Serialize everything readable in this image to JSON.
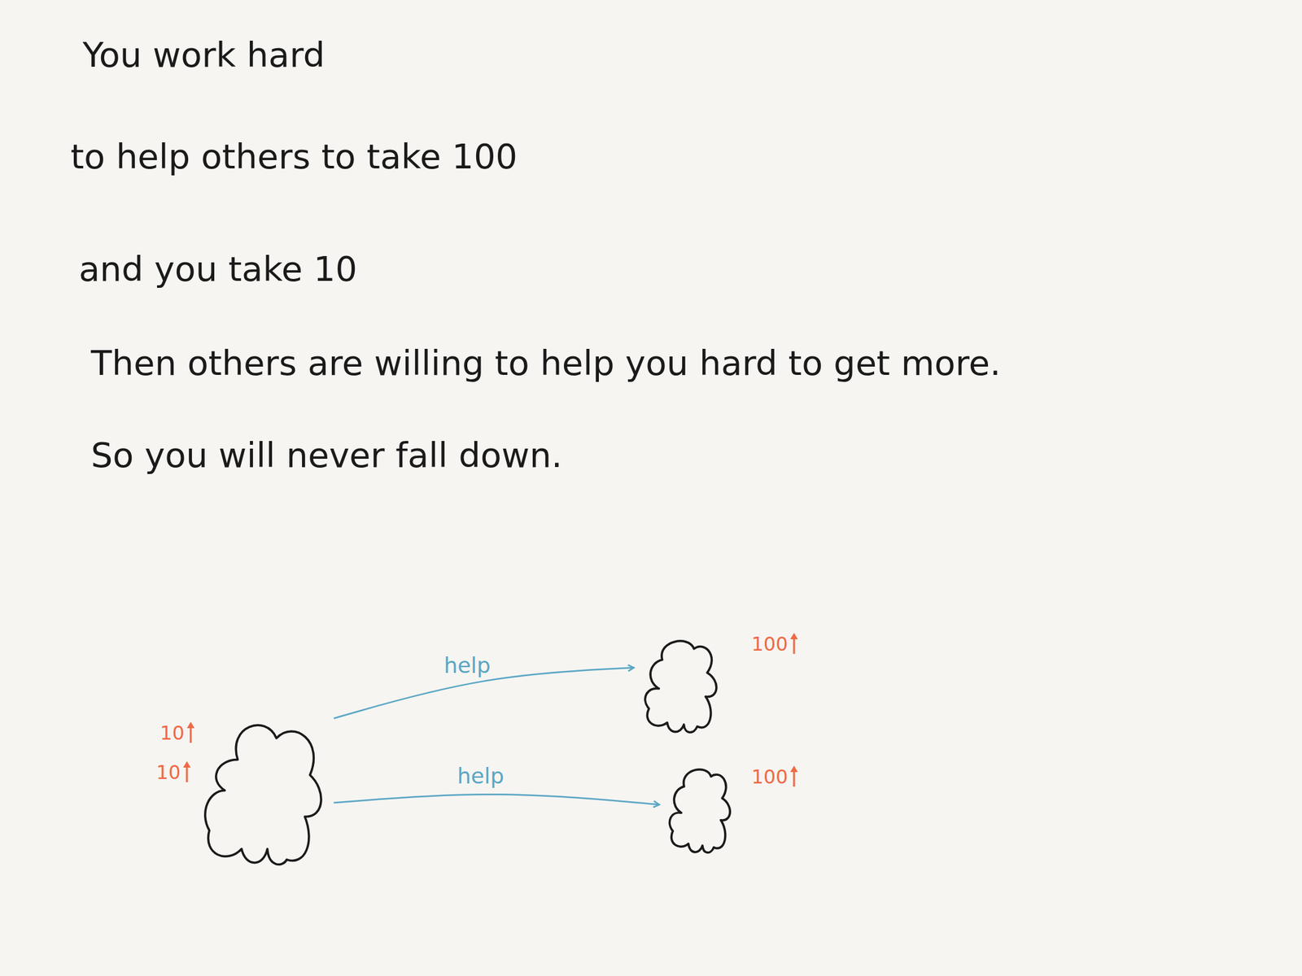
{
  "diagram": {
    "nodes": [
      {
        "text": [
          "10",
          "10"
        ]
      },
      {
        "text": [
          "100"
        ]
      },
      {
        "text": [
          "100"
        ]
      }
    ],
    "edges": [
      {
        "from": 0,
        "to": 1,
        "arrow": "to",
        "label": "help"
      },
      {
        "from": 0,
        "to": 2,
        "arrow": "to",
        "label": "help"
      }
    ],
    "labels": [
      "You work hard",
      "to help others to take 100",
      "and you take 10",
      "Then others are willing to help you hard to get more.",
      "So you will never fall down."
    ]
  }
}
